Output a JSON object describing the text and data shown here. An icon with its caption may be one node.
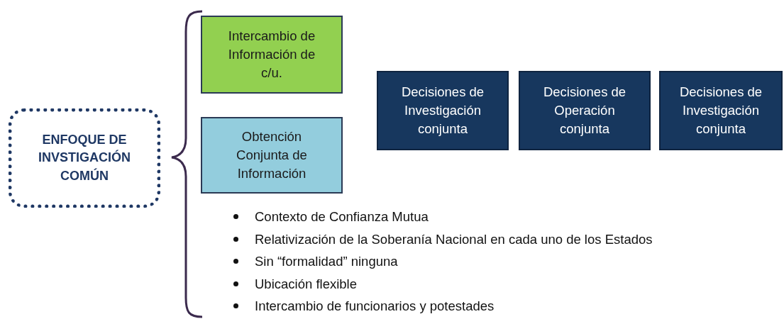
{
  "diagram": {
    "nodes": [
      {
        "text": [
          "ENFOQUE DE INVSTIGACIÓN COMÚN"
        ]
      },
      {
        "text": [
          "Intercambio de Información de c/u."
        ]
      },
      {
        "text": [
          "Obtención Conjunta de Información"
        ]
      },
      {
        "text": [
          "Decisiones de Investigación conjunta"
        ]
      },
      {
        "text": [
          "Decisiones de Operación conjunta"
        ]
      },
      {
        "text": [
          "Decisiones de Investigación conjunta"
        ]
      }
    ],
    "labels": [
      "Contexto de Confianza Mutua",
      "Relativización de la Soberanía Nacional en cada uno de los Estados",
      "Sin “formalidad” ninguna",
      "Ubicación flexible",
      "Intercambio de funcionarios y potestades"
    ]
  }
}
